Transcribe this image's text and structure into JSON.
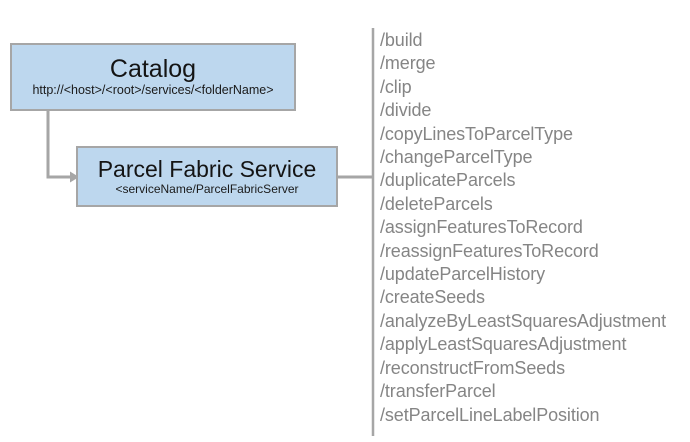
{
  "diagram": {
    "type": "service-architecture-diagram",
    "background_color": "#ffffff",
    "node_fill_color": "#bdd7ee",
    "node_border_color": "#a6a6a6",
    "connector_color": "#a6a6a6",
    "list_text_color": "#858585",
    "nodes": [
      {
        "id": "catalog",
        "title": "Catalog",
        "subtitle": "http://<host>/<root>/services/<folderName>"
      },
      {
        "id": "parcel-fabric-service",
        "title": "Parcel Fabric Service",
        "subtitle": "<serviceName/ParcelFabricServer"
      }
    ],
    "connectors": [
      {
        "id": "catalog-to-service",
        "from": "catalog",
        "to": "parcel-fabric-service",
        "style": "elbow-arrow"
      },
      {
        "id": "service-to-operations",
        "from": "parcel-fabric-service",
        "to": "operations-list",
        "style": "line"
      }
    ]
  },
  "operations": {
    "items": [
      "/build",
      "/merge",
      "/clip",
      "/divide",
      "/copyLinesToParcelType",
      "/changeParcelType",
      "/duplicateParcels",
      "/deleteParcels",
      "/assignFeaturesToRecord",
      "/reassignFeaturesToRecord",
      "/updateParcelHistory",
      "/createSeeds",
      "/analyzeByLeastSquaresAdjustment",
      "/applyLeastSquaresAdjustment",
      "/reconstructFromSeeds",
      "/transferParcel",
      "/setParcelLineLabelPosition"
    ]
  }
}
